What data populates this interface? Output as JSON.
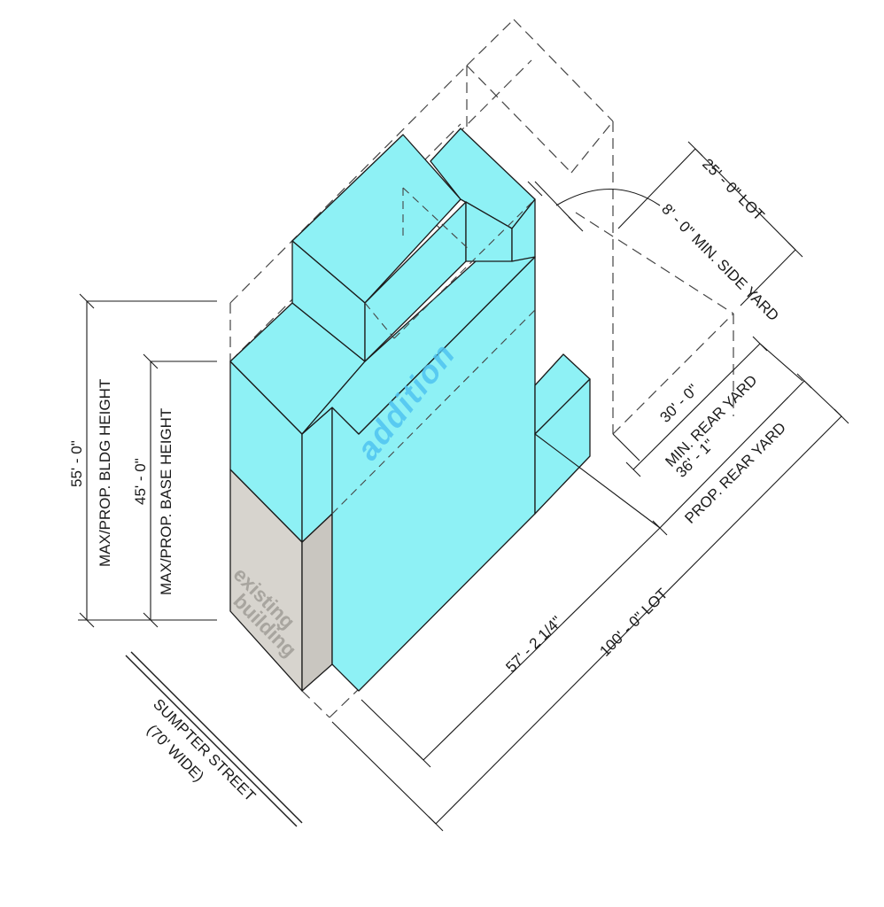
{
  "colors": {
    "addition_fill": "#8ef1f5",
    "existing_fill": "#d7d4ce",
    "line": "#1a1a1a",
    "dashed": "#444444",
    "addition_label": "#4fc3f0",
    "existing_label": "#a8a59f"
  },
  "labels": {
    "addition": "addition",
    "existing_line1": "existing",
    "existing_line2": "building"
  },
  "street": {
    "name": "SUMPTER STREET",
    "width": "(70' WIDE)"
  },
  "dimensions": {
    "bldg_height_value": "55' - 0\"",
    "bldg_height_label": "MAX/PROP. BLDG HEIGHT",
    "base_height_value": "45' - 0\"",
    "base_height_label": "MAX/PROP. BASE HEIGHT",
    "lot_width": "25' - 0\" LOT",
    "side_yard": "8' - 0\" MIN. SIDE YARD",
    "min_rear_value": "30' - 0\"",
    "min_rear_label": "MIN. REAR YARD",
    "prop_rear_value": "36' - 1\"",
    "prop_rear_label": "PROP. REAR YARD",
    "building_depth": "57' - 2 1/4\"",
    "lot_depth": "100' - 0\" LOT"
  }
}
